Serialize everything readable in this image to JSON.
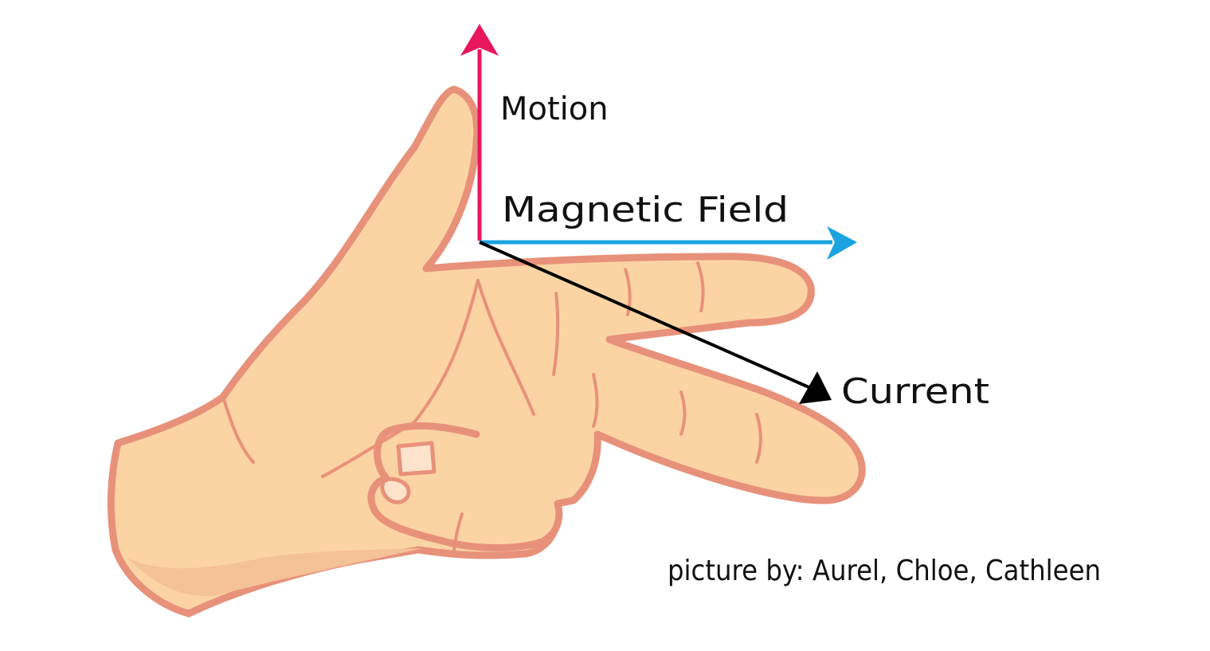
{
  "diagram": {
    "labels": {
      "motion": "Motion",
      "magnetic_field": "Magnetic Field",
      "current": "Current"
    },
    "credit": "picture by: Aurel, Chloe, Cathleen"
  },
  "colors": {
    "motion_arrow": "#e8175d",
    "field_arrow": "#1aa3e0",
    "current_arrow": "#000000",
    "skin_fill": "#fcd4a4",
    "skin_outline": "#e8917a",
    "skin_shadow": "#f5c197",
    "nail": "#fde3cc",
    "background": "#ffffff"
  }
}
